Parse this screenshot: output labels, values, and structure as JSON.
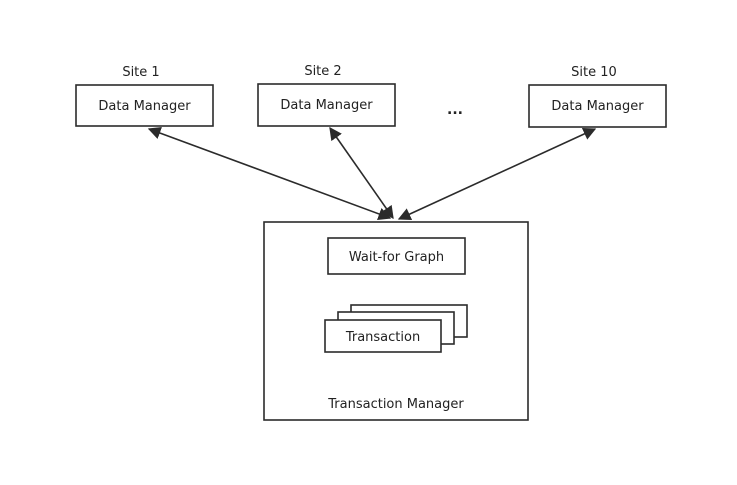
{
  "sites": [
    {
      "site_label": "Site 1",
      "box_label": "Data Manager"
    },
    {
      "site_label": "Site 2",
      "box_label": "Data Manager"
    },
    {
      "site_label": "Site 10",
      "box_label": "Data Manager"
    }
  ],
  "ellipsis": "...",
  "transaction_manager": {
    "label": "Transaction Manager",
    "wait_for_graph": "Wait-for Graph",
    "transaction": "Transaction"
  },
  "edges": [
    {
      "from": "site-1",
      "to": "transaction-manager",
      "direction": "both"
    },
    {
      "from": "site-2",
      "to": "transaction-manager",
      "direction": "both"
    },
    {
      "from": "site-10",
      "to": "transaction-manager",
      "direction": "both"
    }
  ],
  "colors": {
    "stroke": "#2b2b2b",
    "text": "#222222"
  }
}
